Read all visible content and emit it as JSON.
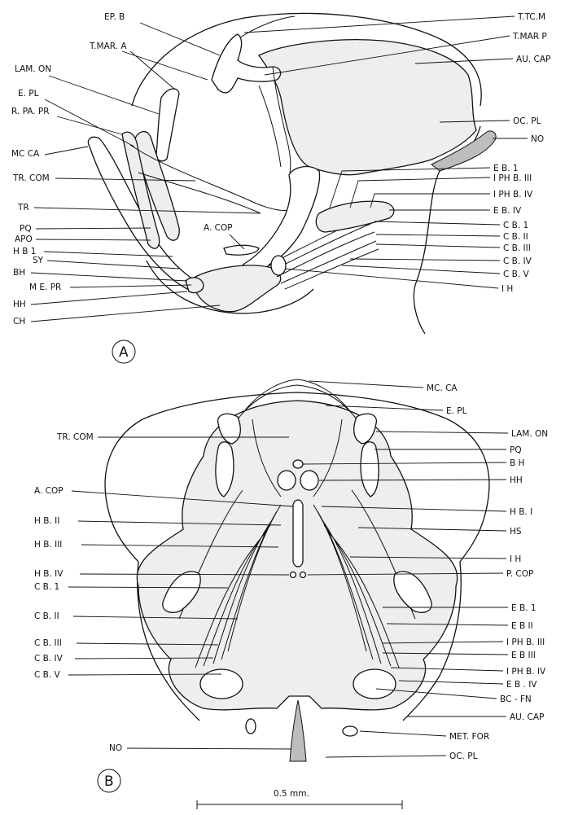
{
  "panel_a": {
    "letter": "A",
    "labels": {
      "ep_b": "EP. B",
      "t_mar_a": "T.MAR. A",
      "lam_on": "LAM. ON",
      "e_pl": "E. PL",
      "r_pa_pr": "R. PA. PR",
      "mc_ca": "MC CA",
      "tr_com": "TR. COM",
      "tr": "TR",
      "pq": "PQ",
      "apo": "APO",
      "hb_1": "H B 1",
      "sy": "SY",
      "bh": "BH",
      "me_pr": "M E. PR",
      "hh": "HH",
      "ch": "CH",
      "a_cop": "A. COP",
      "t_tc_m": "T.TC.M",
      "t_mar_p": "T.MAR P",
      "au_cap": "AU. CAP",
      "oc_pl": "OC. PL",
      "no": "NO",
      "eb_1": "E B. 1",
      "iph_b_iii": "I PH B. III",
      "iph_b_iv": "I PH B. IV",
      "eb_iv": "E B. IV",
      "cb_1": "C B. 1",
      "cb_ii": "C B. II",
      "cb_iii": "C B. III",
      "cb_iv": "C B. IV",
      "cb_v": "C B. V",
      "ih": "I H"
    }
  },
  "panel_b": {
    "letter": "B",
    "labels": {
      "mc_ca": "MC. CA",
      "e_pl": "E. PL",
      "tr_com": "TR. COM",
      "lam_on": "LAM. ON",
      "pq": "PQ",
      "bh": "B H",
      "hh": "HH",
      "a_cop": "A. COP",
      "hb_i_right": "H B. I",
      "hb_ii": "H B. II",
      "hs": "HS",
      "hb_iii": "H B. III",
      "ih": "I H",
      "hb_iv": "H B. IV",
      "p_cop": "P. COP",
      "cb_1": "C B. 1",
      "eb_1": "E B. 1",
      "cb_ii": "C B. II",
      "eb_ii": "E B II",
      "cb_iii": "C B. III",
      "iph_b_iii": "I PH B. III",
      "cb_iv": "C B. IV",
      "eb_iii": "E B III",
      "cb_v": "C B. V",
      "iph_b_iv": "I PH B. IV",
      "eb_iv": "E B . IV",
      "bc_fn": "BC - FN",
      "au_cap": "AU. CAP",
      "no": "NO",
      "met_for": "MET. FOR",
      "oc_pl": "OC. PL"
    }
  },
  "scale_bar": {
    "label": "0.5 mm."
  }
}
